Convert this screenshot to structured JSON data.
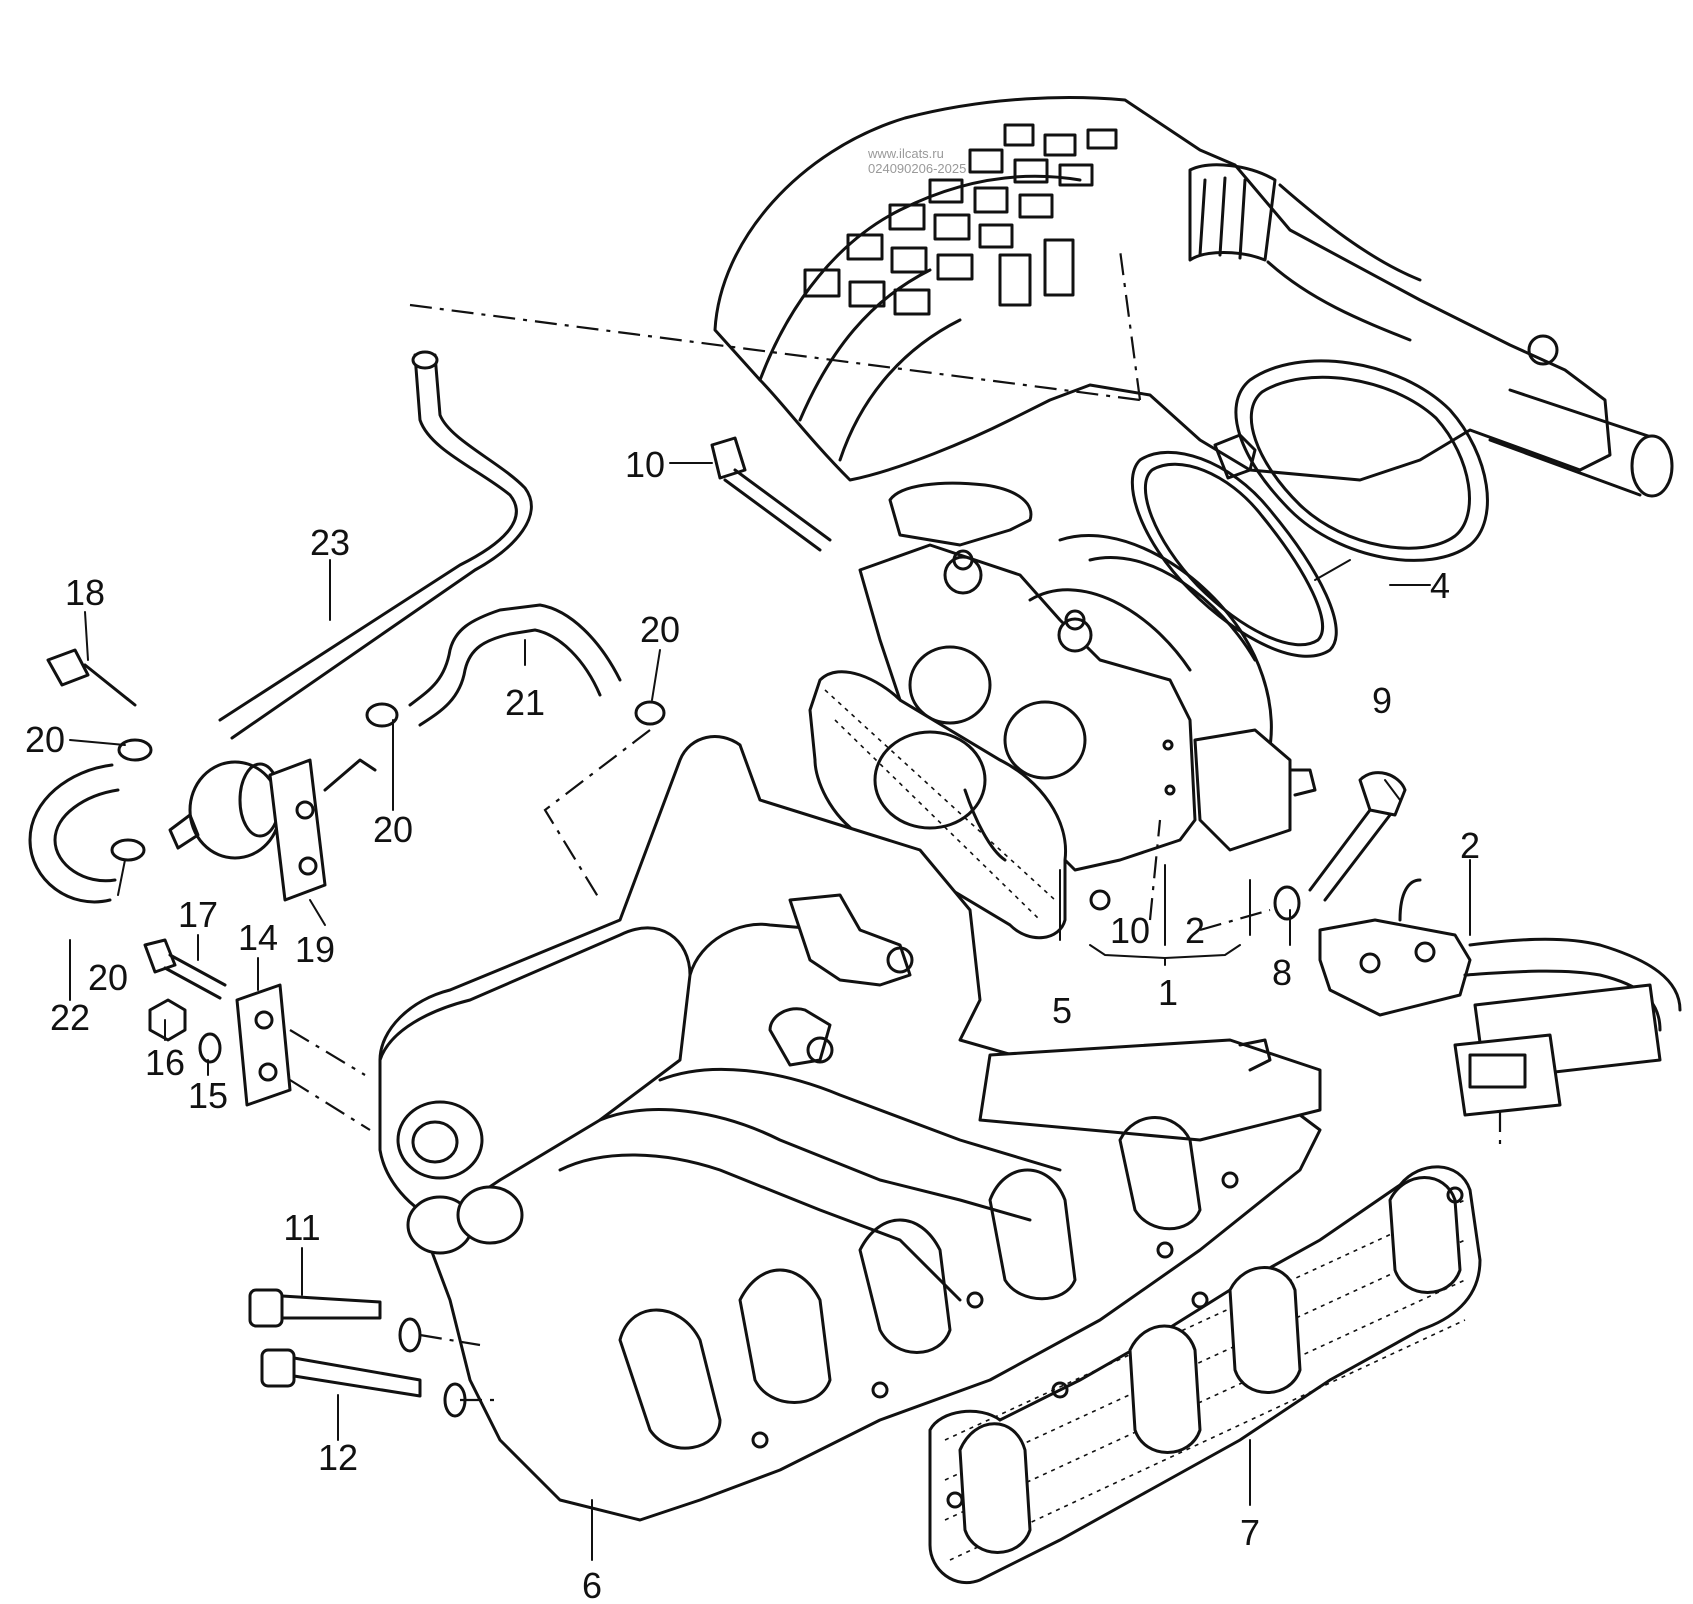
{
  "watermark": {
    "line1": "www.ilcats.ru",
    "line2": "024090206-2025"
  },
  "callouts": [
    {
      "id": "c1",
      "text": "1"
    },
    {
      "id": "c2a",
      "text": "2"
    },
    {
      "id": "c2b",
      "text": "2"
    },
    {
      "id": "c4",
      "text": "4"
    },
    {
      "id": "c5",
      "text": "5"
    },
    {
      "id": "c6",
      "text": "6"
    },
    {
      "id": "c7",
      "text": "7"
    },
    {
      "id": "c8",
      "text": "8"
    },
    {
      "id": "c9",
      "text": "9"
    },
    {
      "id": "c10a",
      "text": "10"
    },
    {
      "id": "c10b",
      "text": "10"
    },
    {
      "id": "c11",
      "text": "11"
    },
    {
      "id": "c12",
      "text": "12"
    },
    {
      "id": "c14",
      "text": "14"
    },
    {
      "id": "c15",
      "text": "15"
    },
    {
      "id": "c16",
      "text": "16"
    },
    {
      "id": "c17",
      "text": "17"
    },
    {
      "id": "c18",
      "text": "18"
    },
    {
      "id": "c19",
      "text": "19"
    },
    {
      "id": "c20a",
      "text": "20"
    },
    {
      "id": "c20b",
      "text": "20"
    },
    {
      "id": "c20c",
      "text": "20"
    },
    {
      "id": "c20d",
      "text": "20"
    },
    {
      "id": "c21",
      "text": "21"
    },
    {
      "id": "c22",
      "text": "22"
    },
    {
      "id": "c23",
      "text": "23"
    }
  ]
}
